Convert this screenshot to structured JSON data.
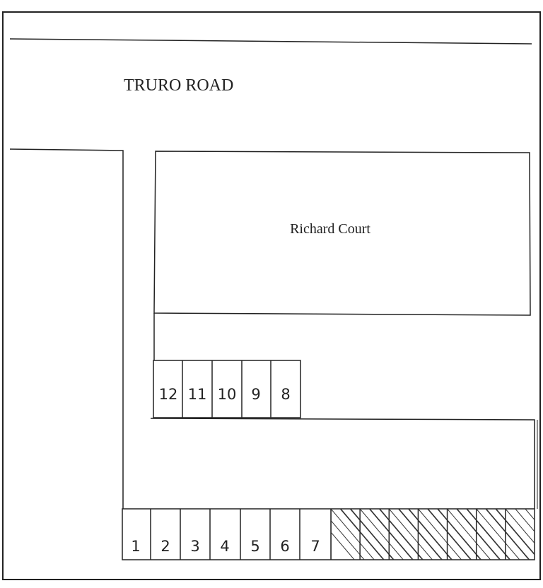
{
  "map": {
    "road_label": "TRURO ROAD",
    "building_label": "Richard Court",
    "upper_bays": [
      "12",
      "11",
      "10",
      "9",
      "8"
    ],
    "lower_bays": [
      "1",
      "2",
      "3",
      "4",
      "5",
      "6",
      "7"
    ],
    "hatched_area_count": 7
  },
  "colors": {
    "ink": "#222222",
    "paper": "#ffffff"
  }
}
